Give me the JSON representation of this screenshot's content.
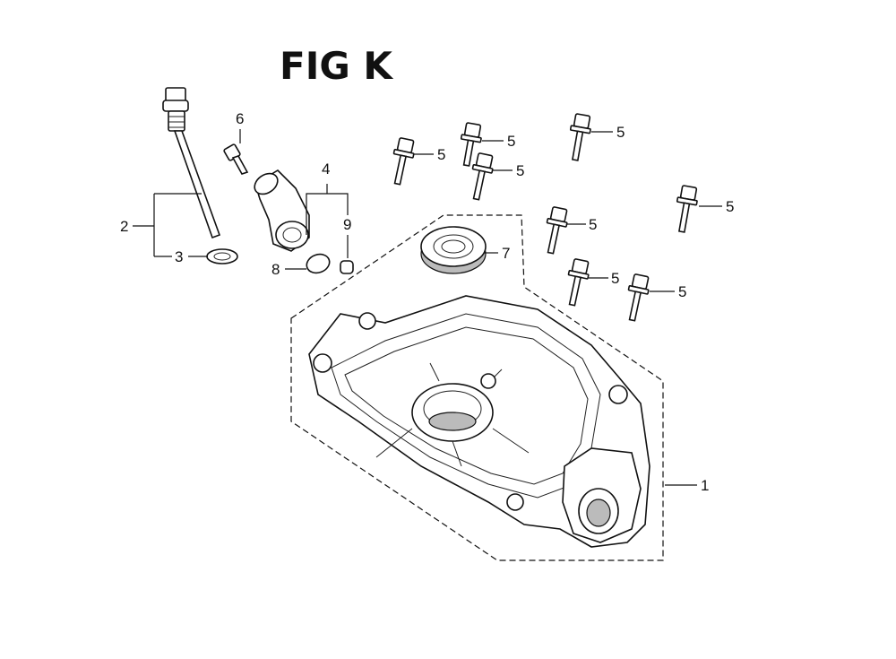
{
  "figure": {
    "title": "FIG K"
  },
  "callouts": {
    "c1": "1",
    "c2": "2",
    "c3": "3",
    "c4": "4",
    "c5a": "5",
    "c5b": "5",
    "c5c": "5",
    "c5d": "5",
    "c5e": "5",
    "c5f": "5",
    "c5g": "5",
    "c5h": "5",
    "c6": "6",
    "c7": "7",
    "c8": "8",
    "c9": "9"
  }
}
